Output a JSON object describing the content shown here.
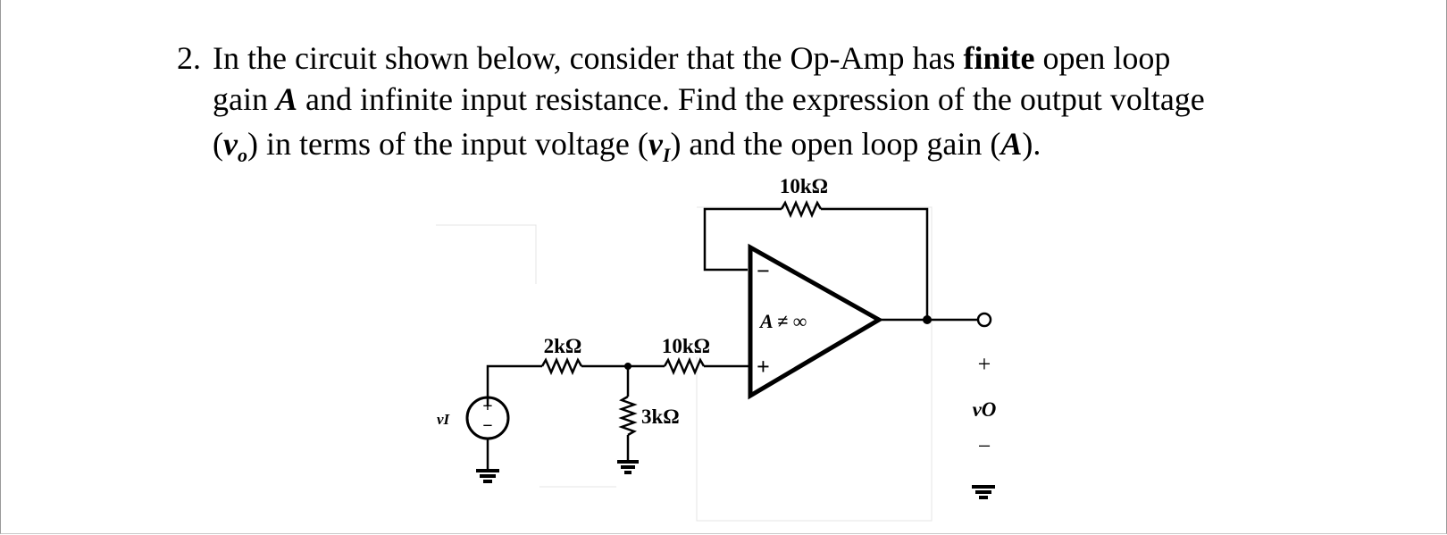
{
  "question": {
    "number": "2.",
    "line1": {
      "a": "In the circuit shown below, consider that the Op-Amp has ",
      "b": "finite",
      "c": " open loop"
    },
    "line2": {
      "a": "gain ",
      "b": "A",
      "c": " and infinite input resistance. Find the expression of the output voltage"
    },
    "line3": {
      "a": "(",
      "v1": "v",
      "s1": "o",
      "b": ") in terms of the input voltage (",
      "v2": "v",
      "s2": "I",
      "c": ") and the open loop gain (",
      "g": "A",
      "d": ")."
    }
  },
  "circuit": {
    "feedback_resistor": "10kΩ",
    "input_resistor": "2kΩ",
    "series_resistor": "10kΩ",
    "shunt_resistor": "3kΩ",
    "opamp_gain": "A ≠ ∞",
    "opamp_minus": "−",
    "opamp_plus": "+",
    "source_label": "vI",
    "source_plus": "+",
    "source_minus": "−",
    "output_plus": "+",
    "output_label": "vO",
    "output_minus": "−"
  }
}
